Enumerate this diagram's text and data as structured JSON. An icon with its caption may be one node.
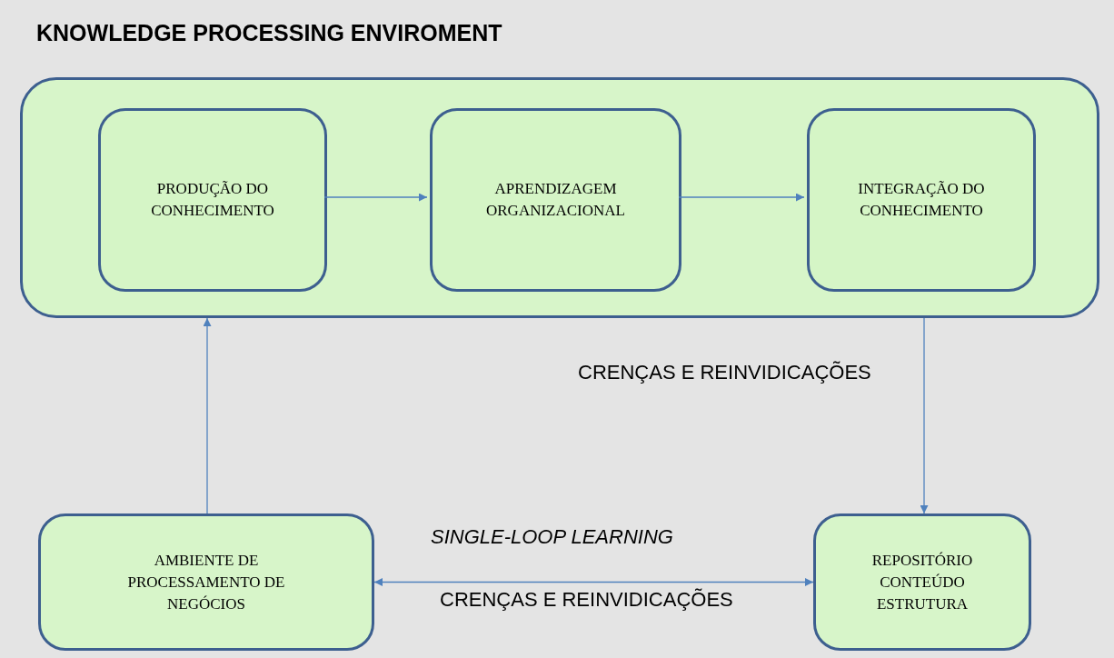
{
  "diagram": {
    "title": "KNOWLEDGE PROCESSING ENVIROMENT",
    "nodes": [
      {
        "text": [],
        "shape": "box"
      },
      {
        "text": [
          "PRODUÇÃO DO CONHECIMENTO"
        ],
        "in": 0
      },
      {
        "text": [
          "APRENDIZAGEM ORGANIZACIONAL"
        ],
        "in": 0
      },
      {
        "text": [
          "INTEGRAÇÃO DO CONHECIMENTO"
        ],
        "in": 0
      },
      {
        "text": [
          "AMBIENTE DE PROCESSAMENTO DE NEGÓCIOS"
        ]
      },
      {
        "text": [
          "REPOSITÓRIO CONTEÚDO ESTRUTURA"
        ]
      }
    ],
    "edges": [
      {
        "from": 1,
        "to": 2,
        "arrow": "to"
      },
      {
        "from": 2,
        "to": 3,
        "arrow": "to"
      },
      {
        "from": 0,
        "to": 5,
        "arrow": "to"
      },
      {
        "from": 4,
        "to": 0,
        "arrow": "to"
      },
      {
        "from": 4,
        "to": 5,
        "arrow": "both",
        "label": "SINGLE-LOOP LEARNING"
      }
    ],
    "labels": [
      "CRENÇAS E REINVIDICAÇÕES",
      "CRENÇAS E REINVIDICAÇÕES"
    ]
  }
}
